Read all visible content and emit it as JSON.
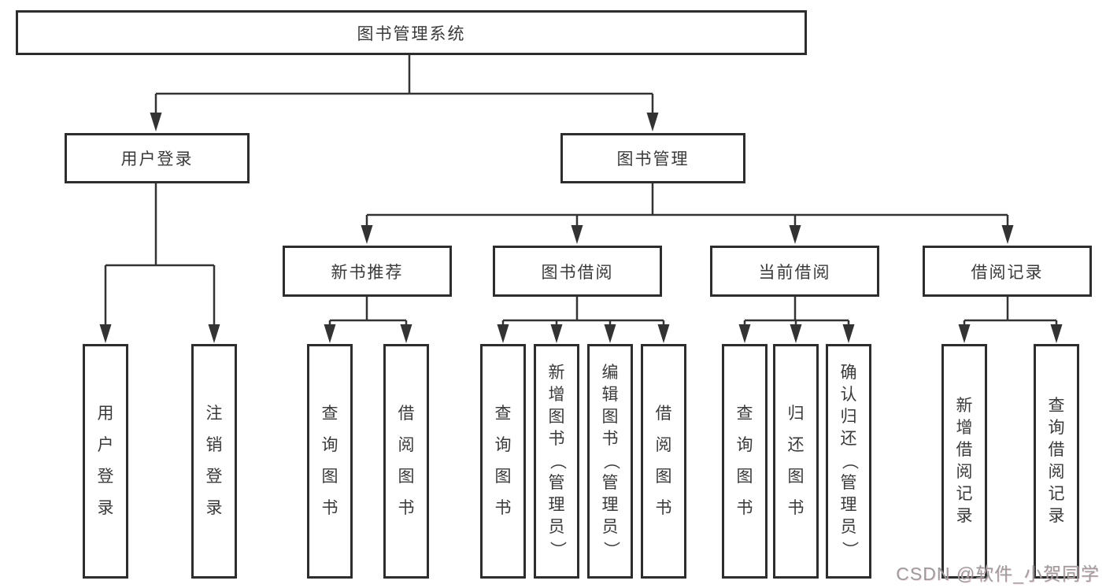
{
  "diagram": {
    "root": {
      "label": "图书管理系统"
    },
    "level2": [
      {
        "id": "user-login",
        "label": "用户登录"
      },
      {
        "id": "book-management",
        "label": "图书管理"
      }
    ],
    "level3": [
      {
        "id": "new-book-recommend",
        "label": "新书推荐"
      },
      {
        "id": "book-borrow",
        "label": "图书借阅"
      },
      {
        "id": "current-borrow",
        "label": "当前借阅"
      },
      {
        "id": "borrow-records",
        "label": "借阅记录"
      }
    ],
    "leaves": [
      {
        "parent": "user-login",
        "label": "用户登录"
      },
      {
        "parent": "user-login",
        "label": "注销登录"
      },
      {
        "parent": "new-book-recommend",
        "label": "查询图书"
      },
      {
        "parent": "new-book-recommend",
        "label": "借阅图书"
      },
      {
        "parent": "book-borrow",
        "label": "查询图书"
      },
      {
        "parent": "book-borrow",
        "label": "新增图书（管理员）"
      },
      {
        "parent": "book-borrow",
        "label": "编辑图书（管理员）"
      },
      {
        "parent": "book-borrow",
        "label": "借阅图书"
      },
      {
        "parent": "current-borrow",
        "label": "查询图书"
      },
      {
        "parent": "current-borrow",
        "label": "归还图书"
      },
      {
        "parent": "current-borrow",
        "label": "确认归还（管理员）"
      },
      {
        "parent": "borrow-records",
        "label": "新增借阅记录"
      },
      {
        "parent": "borrow-records",
        "label": "查询借阅记录"
      }
    ],
    "watermark": "CSDN @软件_小贺同学",
    "colors": {
      "line": "#333333",
      "border": "#2d2d2d",
      "text": "#3a3a3a",
      "watermark": "#9b9b9b",
      "background": "#ffffff"
    }
  }
}
